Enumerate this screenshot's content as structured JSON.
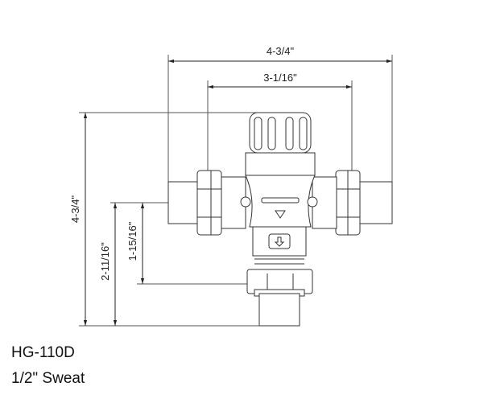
{
  "dimensions": {
    "overall_width": "4-3/4\"",
    "port_spacing": "3-1/16\"",
    "overall_height": "4-3/4\"",
    "outlet_to_inlet_height": "2-11/16\"",
    "inlet_to_nut_height": "1-15/16\""
  },
  "caption": {
    "model": "HG-110D",
    "connection": "1/2\" Sweat"
  }
}
